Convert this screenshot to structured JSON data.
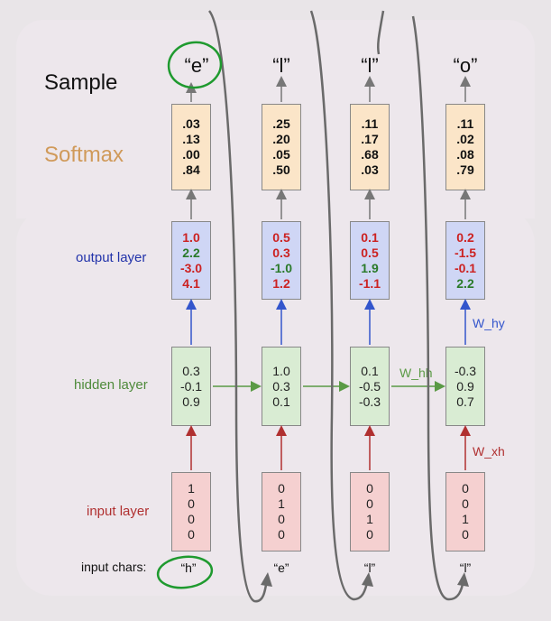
{
  "row_labels": {
    "sample": "Sample",
    "softmax": "Softmax",
    "output": "output layer",
    "hidden": "hidden layer",
    "input": "input layer",
    "chars": "input chars:"
  },
  "samples": [
    "“e”",
    "“l”",
    "“l”",
    "“o”"
  ],
  "input_chars": [
    "“h”",
    "“e”",
    "“l”",
    "“l”"
  ],
  "softmax": [
    [
      ".03",
      ".13",
      ".00",
      ".84"
    ],
    [
      ".25",
      ".20",
      ".05",
      ".50"
    ],
    [
      ".11",
      ".17",
      ".68",
      ".03"
    ],
    [
      ".11",
      ".02",
      ".08",
      ".79"
    ]
  ],
  "output": [
    [
      "1.0",
      "2.2",
      "-3.0",
      "4.1"
    ],
    [
      "0.5",
      "0.3",
      "-1.0",
      "1.2"
    ],
    [
      "0.1",
      "0.5",
      "1.9",
      "-1.1"
    ],
    [
      "0.2",
      "-1.5",
      "-0.1",
      "2.2"
    ]
  ],
  "hidden": [
    [
      "0.3",
      "-0.1",
      "0.9"
    ],
    [
      "1.0",
      "0.3",
      "0.1"
    ],
    [
      "0.1",
      "-0.5",
      "-0.3"
    ],
    [
      "-0.3",
      "0.9",
      "0.7"
    ]
  ],
  "input": [
    [
      "1",
      "0",
      "0",
      "0"
    ],
    [
      "0",
      "1",
      "0",
      "0"
    ],
    [
      "0",
      "0",
      "1",
      "0"
    ],
    [
      "0",
      "0",
      "1",
      "0"
    ]
  ],
  "weights": {
    "w_hh": "W_hh",
    "w_hy": "W_hy",
    "w_xh": "W_xh"
  },
  "colors": {
    "output_red": "#cc2222",
    "output_green": "#2a7a2a",
    "hidden_arrow": "#5a9a45",
    "input_arrow": "#b03030",
    "output_arrow": "#3355cc",
    "annotation_green": "#1f9a2f"
  }
}
